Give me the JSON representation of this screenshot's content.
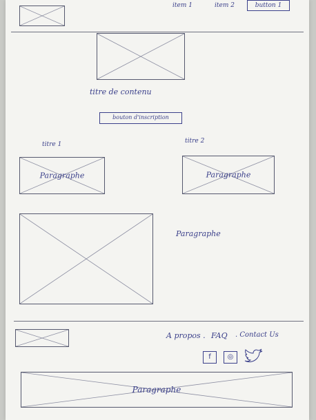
{
  "header": {
    "nav_items": [
      "item 1",
      "item 2"
    ],
    "button_label": "button 1"
  },
  "hero": {
    "title": "titre de contenu",
    "button_label": "bouton d'inscription"
  },
  "sections": [
    {
      "title": "titre 1",
      "paragraph": "Paragraphe"
    },
    {
      "title": "titre 2",
      "paragraph": "Paragraphe"
    }
  ],
  "feature": {
    "paragraph": "Paragraphe"
  },
  "footer": {
    "links": [
      "A propos .",
      "FAQ",
      ". Contact Us"
    ],
    "social_icons": [
      "facebook-icon",
      "instagram-icon",
      "twitter-icon"
    ],
    "social_glyphs": [
      "f",
      "◎"
    ],
    "paragraph": "Paragraphe"
  }
}
